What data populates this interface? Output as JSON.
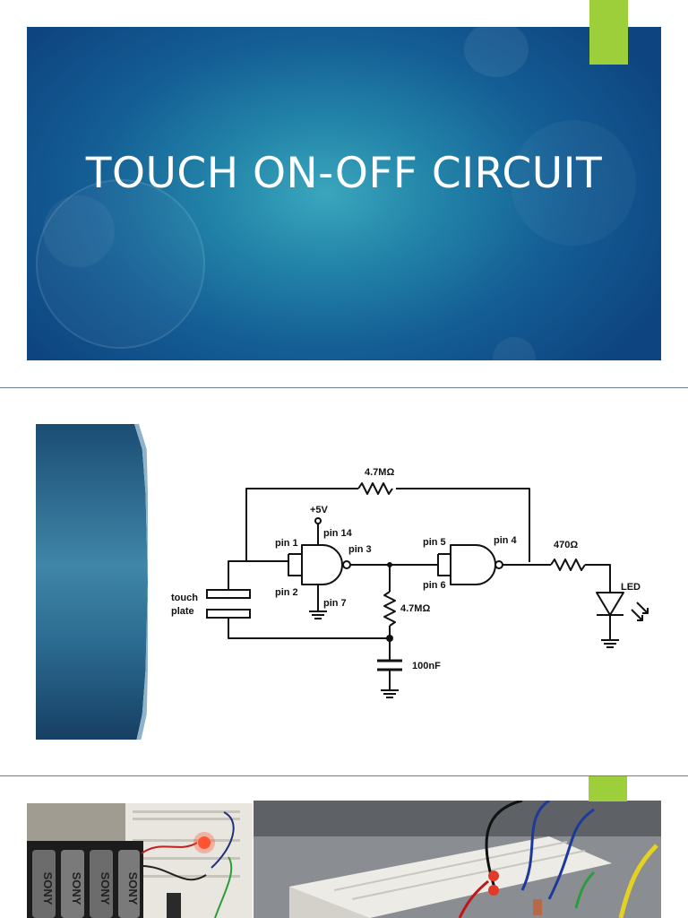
{
  "slides": {
    "title_slide": {
      "title": "TOUCH ON-OFF CIRCUIT",
      "accent_color": "#9dcf3b",
      "background_colors": [
        "#3aa6bd",
        "#145e95",
        "#0e4480"
      ]
    },
    "schematic_slide": {
      "labels": {
        "feedback_resistor": "4.7MΩ",
        "supply": "+5V",
        "pin14": "pin 14",
        "pin1": "pin 1",
        "pin2": "pin 2",
        "pin3": "pin 3",
        "pin7": "pin 7",
        "pin5": "pin 5",
        "pin6": "pin 6",
        "pin4": "pin 4",
        "led_resistor": "470Ω",
        "led": "LED",
        "touch_plate_line1": "touch",
        "touch_plate_line2": "plate",
        "mid_resistor": "4.7MΩ",
        "capacitor": "100nF"
      }
    },
    "photo_slide": {
      "battery_brand": "SONY"
    }
  }
}
